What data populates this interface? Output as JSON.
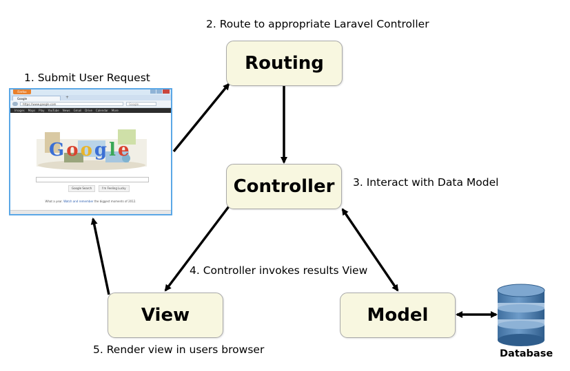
{
  "nodes": {
    "routing": "Routing",
    "controller": "Controller",
    "view": "View",
    "model": "Model",
    "database": "Database"
  },
  "steps": {
    "step1": "1. Submit User Request",
    "step2": "2. Route to appropriate Laravel Controller",
    "step3": "3. Interact with Data Model",
    "step4": "4. Controller invokes results View",
    "step5": "5. Render view in users browser"
  },
  "browser": {
    "firefox_button": "Firefox",
    "tab_title": "Google",
    "url": "https://www.google.com",
    "search_placeholder": "Google",
    "nav_links": [
      "Images",
      "Maps",
      "Play",
      "YouTube",
      "News",
      "Gmail",
      "Drive",
      "Calendar",
      "More"
    ],
    "doodle_letters": [
      "G",
      "o",
      "o",
      "g",
      "l",
      "e"
    ],
    "search_button": "Google Search",
    "lucky_button": "I'm Feeling Lucky",
    "footer_prefix": "What a year.",
    "footer_link": "Watch and remember",
    "footer_suffix": "the biggest moments of 2012."
  },
  "colors": {
    "node_fill": "#f8f7e0",
    "node_border": "#a8a8a8",
    "browser_border": "#5aa7e6",
    "db_fill": "#4e7fb1",
    "db_band": "#8db2d6",
    "arrow": "#000000"
  }
}
